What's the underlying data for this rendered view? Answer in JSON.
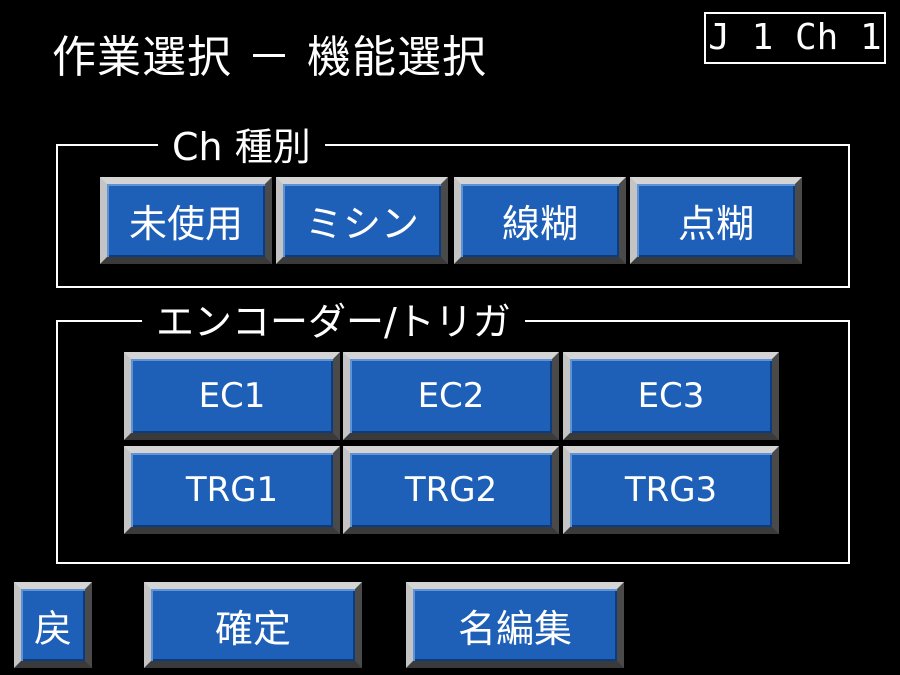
{
  "header": {
    "title": "作業選択 － 機能選択",
    "channel": "J 1 Ch 1"
  },
  "ch_type_group": {
    "legend": "Ch 種別",
    "buttons": [
      "未使用",
      "ミシン",
      "線糊",
      "点糊"
    ]
  },
  "encoder_group": {
    "legend": "エンコーダー/トリガ",
    "encoders": [
      "EC1",
      "EC2",
      "EC3"
    ],
    "triggers": [
      "TRG1",
      "TRG2",
      "TRG3"
    ]
  },
  "footer": {
    "back_label": "戻",
    "confirm_label": "確定",
    "rename_label": "名編集"
  },
  "colors": {
    "button_face": "#1e5fb8",
    "background": "#000000",
    "text": "#ffffff"
  }
}
